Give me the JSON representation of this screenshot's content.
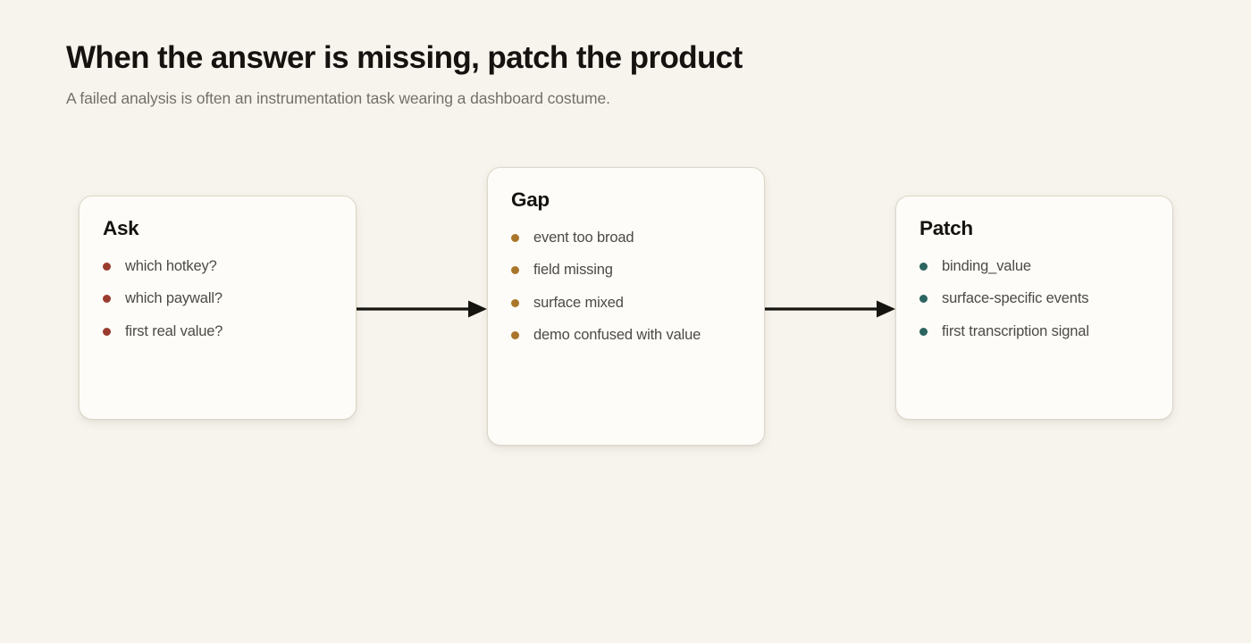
{
  "header": {
    "title": "When the answer is missing, patch the product",
    "subtitle": "A failed analysis is often an instrumentation task wearing a dashboard costume."
  },
  "colors": {
    "background": "#f7f4ee",
    "card_fill": "#fdfcf8",
    "card_border": "#dcd6c8",
    "title_text": "#15120f",
    "subtitle_text": "#73706a",
    "list_text": "#4c4a45",
    "arrow": "#16140f",
    "bullet_ask": "#9a3b2e",
    "bullet_gap": "#a9762a",
    "bullet_patch": "#2c6460"
  },
  "flow": {
    "stages": [
      {
        "title": "Ask",
        "bullet_color": "#9a3b2e",
        "items": [
          "which hotkey?",
          "which paywall?",
          "first real value?"
        ]
      },
      {
        "title": "Gap",
        "bullet_color": "#a9762a",
        "items": [
          "event too broad",
          "field missing",
          "surface mixed",
          "demo confused with value"
        ]
      },
      {
        "title": "Patch",
        "bullet_color": "#2c6460",
        "items": [
          "binding_value",
          "surface-specific events",
          "first transcription signal"
        ]
      }
    ],
    "connectors": [
      {
        "name": "arrow-ask-to-gap",
        "icon": "arrow-right-icon"
      },
      {
        "name": "arrow-gap-to-patch",
        "icon": "arrow-right-icon"
      }
    ]
  }
}
